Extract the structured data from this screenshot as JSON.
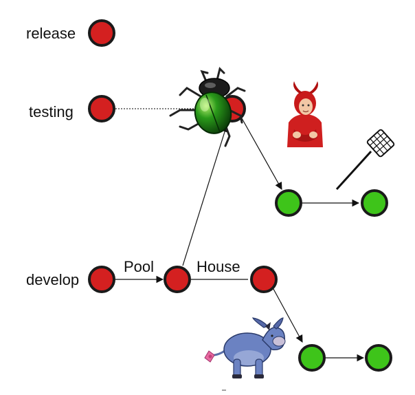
{
  "branches": {
    "release": "release",
    "testing": "testing",
    "develop": "develop"
  },
  "edges": {
    "pool": "Pool",
    "house": "House"
  },
  "colors": {
    "red_node": "#d42020",
    "green_node": "#3ec41a",
    "node_ring": "#1a1a1a",
    "edge": "#111111"
  },
  "images": {
    "bug": "green-beetle",
    "devil": "child-in-devil-costume",
    "swatter": "fly-swatter",
    "donkey": "eeyore-donkey"
  }
}
